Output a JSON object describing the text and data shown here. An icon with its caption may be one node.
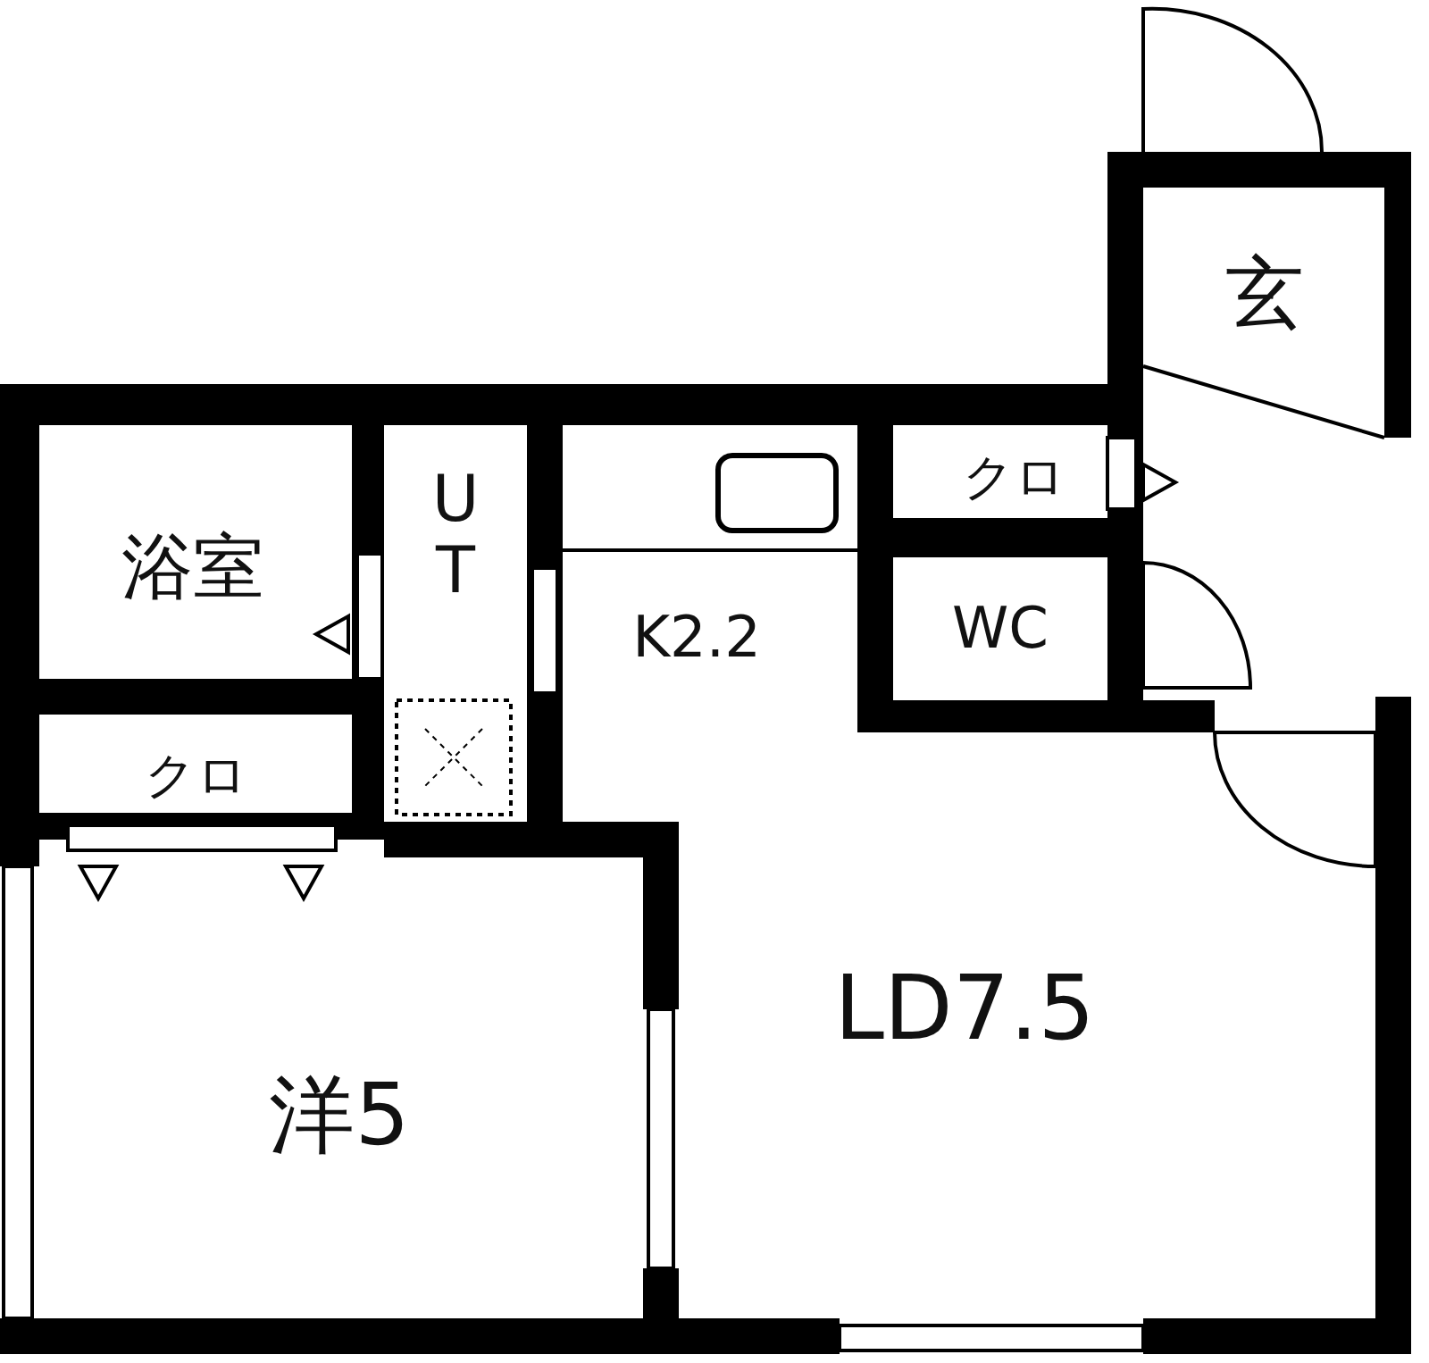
{
  "diagram": {
    "nodes": [
      {
        "text": [
          "玄"
        ]
      },
      {
        "text": [
          "浴室"
        ]
      },
      {
        "text": [
          "U T"
        ]
      },
      {
        "text": [
          "K2.2"
        ]
      },
      {
        "text": [
          "クロ"
        ]
      },
      {
        "text": [
          "WC"
        ]
      },
      {
        "text": [
          "クロ"
        ]
      },
      {
        "text": [
          "洋5"
        ]
      },
      {
        "text": [
          "LD7.5"
        ]
      }
    ]
  }
}
